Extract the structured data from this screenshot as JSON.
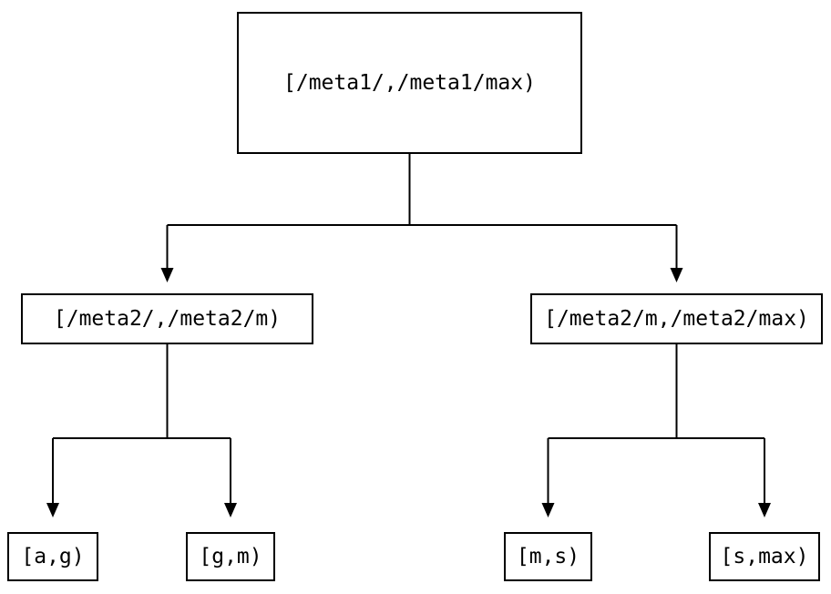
{
  "diagram": {
    "background": "#ffffff",
    "line_color": "#000000",
    "text_color": "#000000",
    "nodes": {
      "root": {
        "label": "[/meta1/,/meta1/max)"
      },
      "left": {
        "label": "[/meta2/,/meta2/m)"
      },
      "right": {
        "label": "[/meta2/m,/meta2/max)"
      },
      "leaf_ag": {
        "label": "[a,g)"
      },
      "leaf_gm": {
        "label": "[g,m)"
      },
      "leaf_ms": {
        "label": "[m,s)"
      },
      "leaf_smax": {
        "label": "[s,max)"
      }
    },
    "edges": [
      {
        "from": "root",
        "to": "left"
      },
      {
        "from": "root",
        "to": "right"
      },
      {
        "from": "left",
        "to": "leaf_ag"
      },
      {
        "from": "left",
        "to": "leaf_gm"
      },
      {
        "from": "right",
        "to": "leaf_ms"
      },
      {
        "from": "right",
        "to": "leaf_smax"
      }
    ]
  }
}
